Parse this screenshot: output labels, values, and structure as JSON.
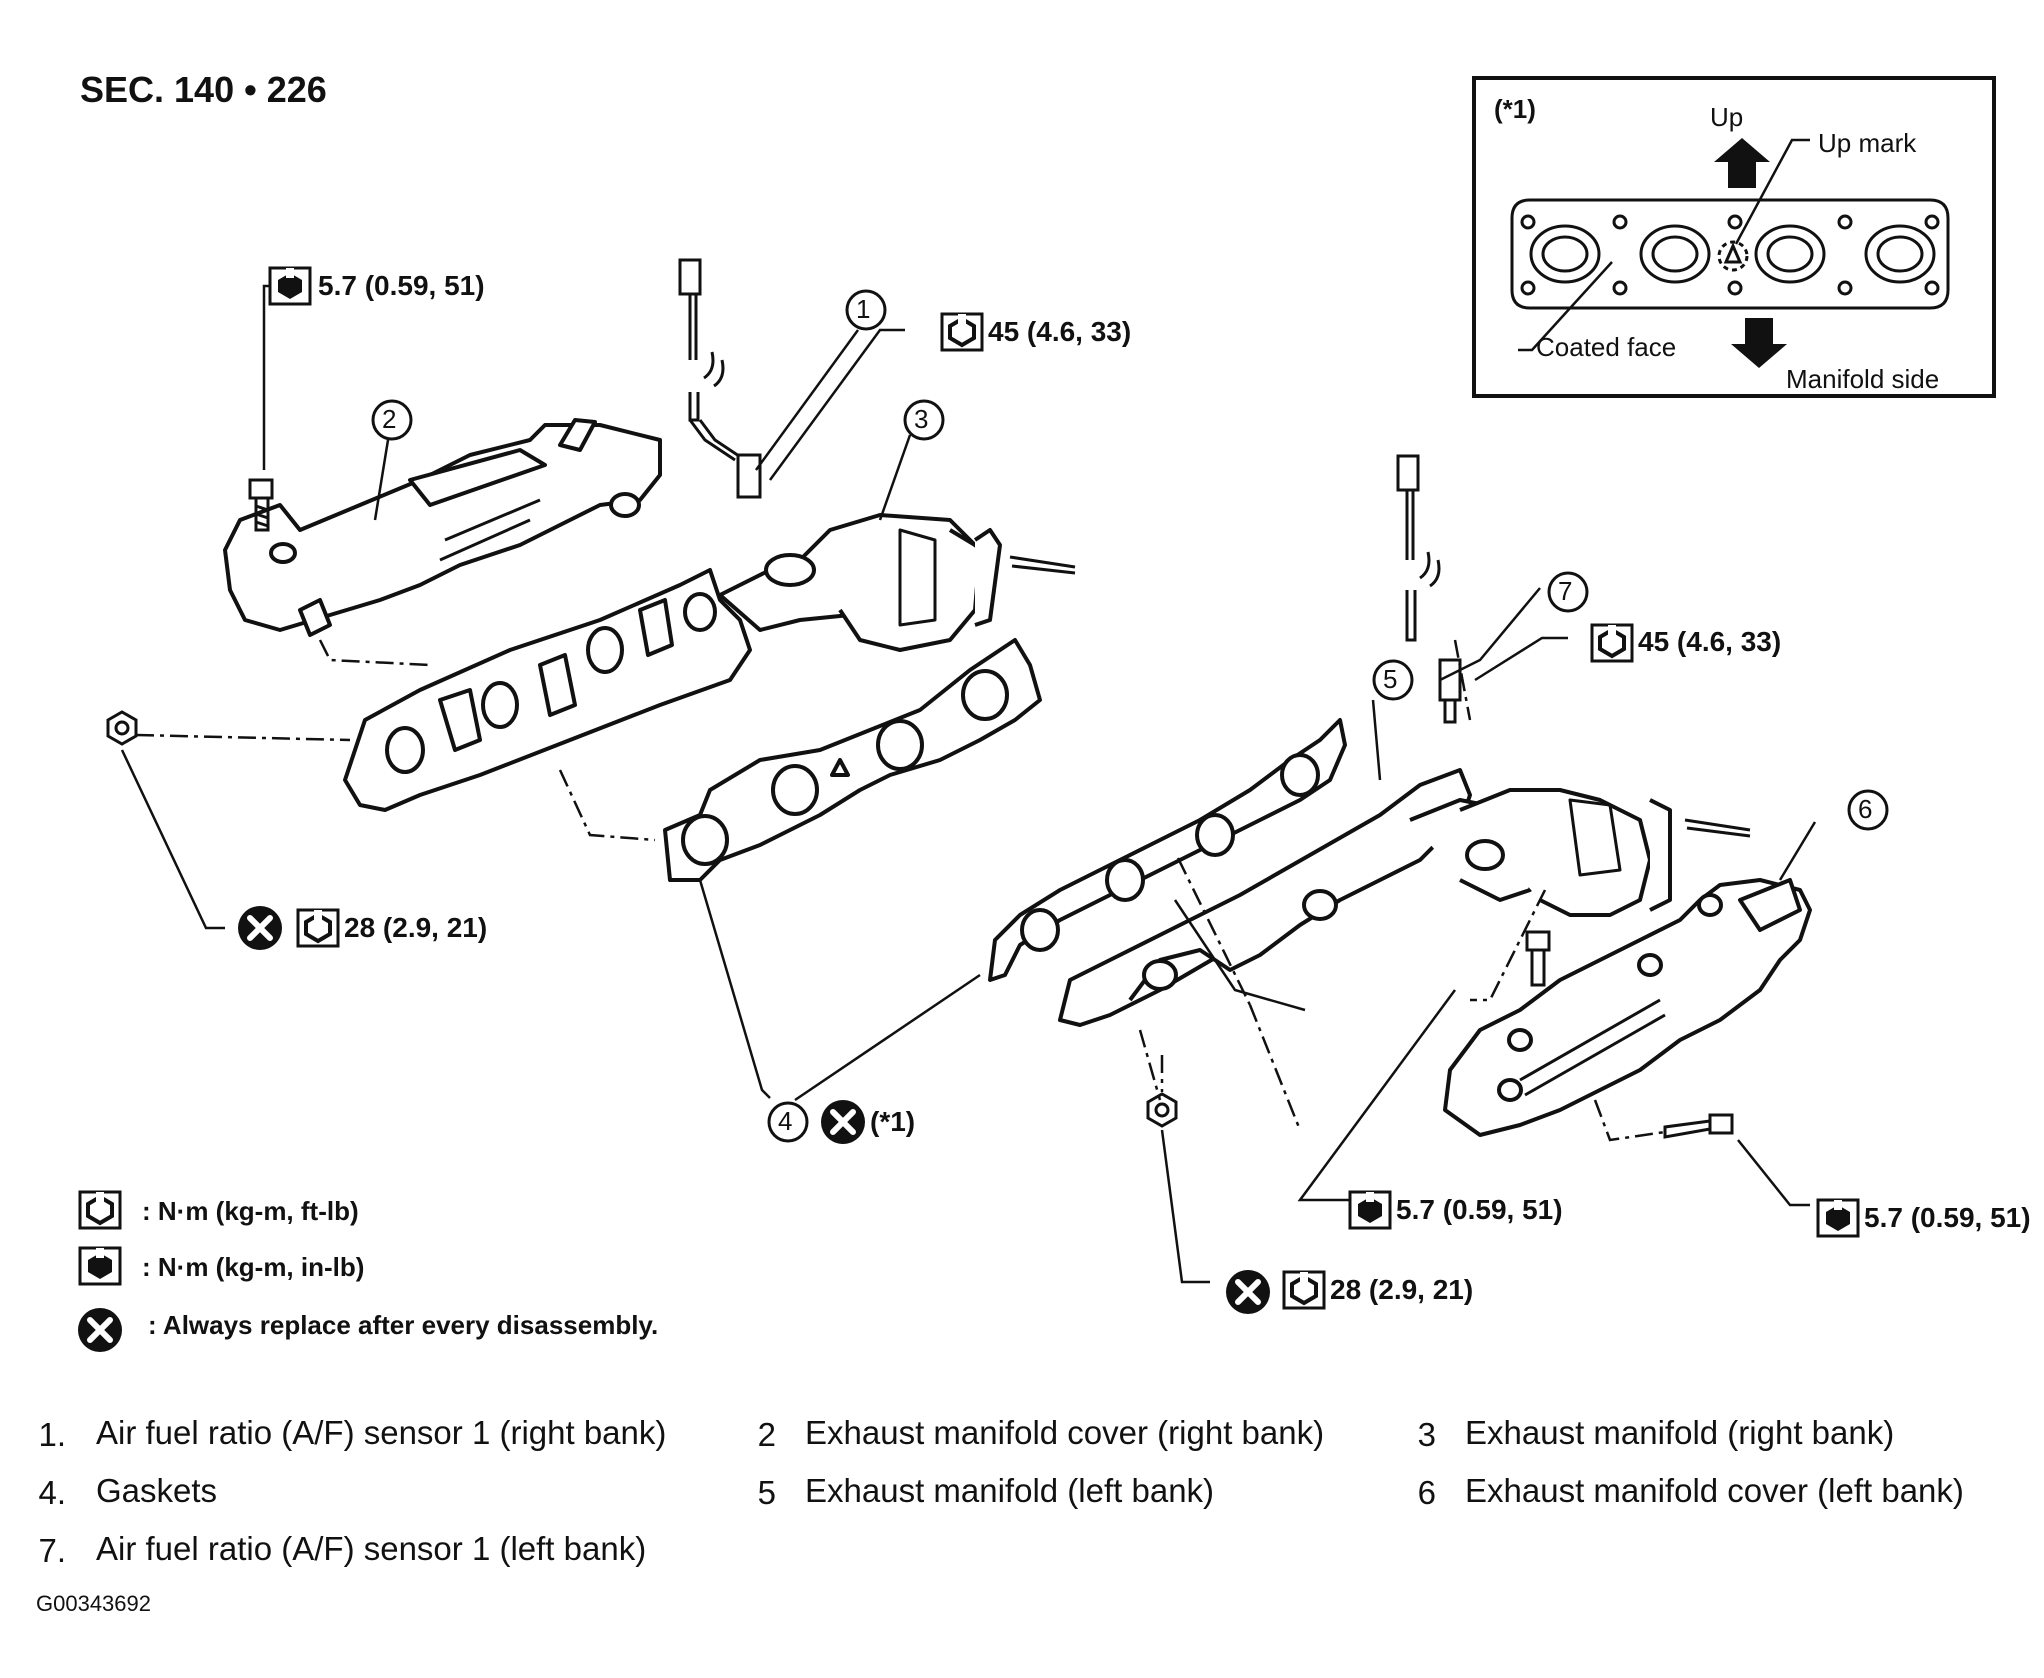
{
  "section_ref": "SEC. 140 • 226",
  "inset": {
    "ref": "(*1)",
    "up": "Up",
    "up_mark": "Up mark",
    "coated_face": "Coated face",
    "manifold_side": "Manifold side"
  },
  "callouts": [
    "1",
    "2",
    "3",
    "4",
    "5",
    "6",
    "7"
  ],
  "torque_specs": {
    "cover_bolt_right": "5.7 (0.59, 51)",
    "sensor_right": "45 (4.6, 33)",
    "nut_right": "28 (2.9, 21)",
    "gasket_ref": "(*1)",
    "sensor_left": "45 (4.6, 33)",
    "cover_bolt_left_a": "5.7 (0.59, 51)",
    "cover_bolt_left_b": "5.7 (0.59, 51)",
    "nut_left": "28 (2.9, 21)"
  },
  "legend": [
    {
      "icon": "torque-ftlb-icon",
      "text": ": N·m (kg-m, ft-lb)"
    },
    {
      "icon": "torque-inlb-icon",
      "text": ": N·m (kg-m, in-lb)"
    },
    {
      "icon": "replace-icon",
      "text": ": Always replace after every disassembly."
    }
  ],
  "parts_list": [
    {
      "num": "1.",
      "label": "Air fuel ratio (A/F) sensor 1 (right bank)"
    },
    {
      "num": "2",
      "label": "Exhaust manifold cover (right bank)"
    },
    {
      "num": "3",
      "label": "Exhaust manifold (right bank)"
    },
    {
      "num": "4.",
      "label": "Gaskets"
    },
    {
      "num": "5",
      "label": "Exhaust manifold (left bank)"
    },
    {
      "num": "6",
      "label": "Exhaust manifold cover (left bank)"
    },
    {
      "num": "7.",
      "label": "Air fuel ratio (A/F) sensor 1 (left bank)"
    }
  ],
  "figure_code": "G00343692"
}
